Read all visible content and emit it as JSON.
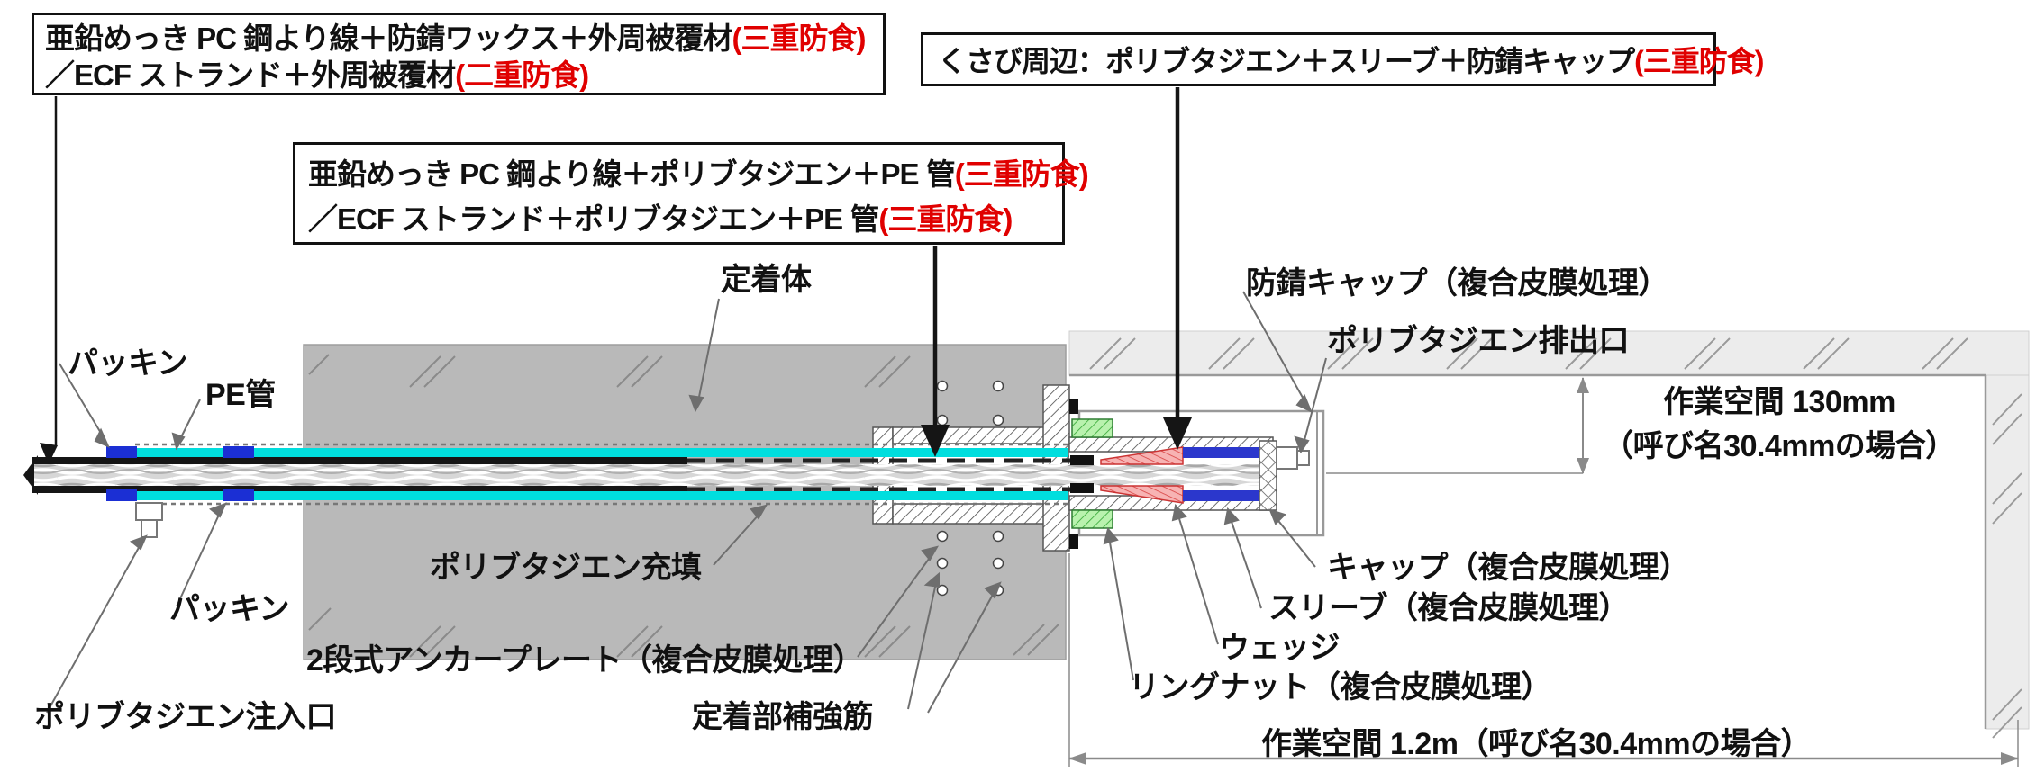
{
  "callout_boxes": {
    "outer_sheath": {
      "line1": {
        "text": "亜鉛めっき PC 鋼より線＋防錆ワックス＋外周被覆材",
        "em": "(三重防食)"
      },
      "line2": {
        "text": "／ECF ストランド＋外周被覆材",
        "em": "(二重防食)"
      }
    },
    "bond_zone": {
      "line1": {
        "text": "亜鉛めっき PC 鋼より線＋ポリブタジエン＋PE 管",
        "em": "(三重防食)"
      },
      "line2": {
        "text": "／ECF ストランド＋ポリブタジエン＋PE 管",
        "em": "(三重防食)"
      }
    },
    "wedge_zone": {
      "line1": {
        "text": "くさび周辺：ポリブタジエン＋スリーブ＋防錆キャップ",
        "em": "(三重防食)"
      }
    }
  },
  "part_labels": {
    "packing_upper": "パッキン",
    "pe_pipe": "PE管",
    "anchor_body": "定着体",
    "polybutadiene_fill": "ポリブタジエン充填",
    "packing_lower": "パッキン",
    "two_stage_anchor_plate": "2段式アンカープレート（複合皮膜処理）",
    "anchorage_rebar": "定着部補強筋",
    "polybutadiene_inlet": "ポリブタジエン注入口",
    "rust_cap": "防錆キャップ（複合皮膜処理）",
    "polybutadiene_outlet": "ポリブタジエン排出口",
    "cap": "キャップ（複合皮膜処理）",
    "sleeve": "スリーブ（複合皮膜処理）",
    "wedge": "ウェッジ",
    "ring_nut": "リングナット（複合皮膜処理）"
  },
  "dimensions": {
    "work_space_vertical": {
      "line1": "作業空間 130mm",
      "line2": "（呼び名30.4mmの場合）"
    },
    "work_space_horizontal": "作業空間 1.2m（呼び名30.4mmの場合）"
  },
  "colors": {
    "emphasis_red": "#e00000",
    "concrete_gray": "#b9b9b9",
    "work_zone_gray": "#ececec",
    "pe_pipe_cyan": "#00dede",
    "packing_blue": "#1b2fd4",
    "sleeve_blue": "#2b37cc",
    "wedge_red": "#e85f5f",
    "ring_nut_green": "#8ce98c"
  }
}
